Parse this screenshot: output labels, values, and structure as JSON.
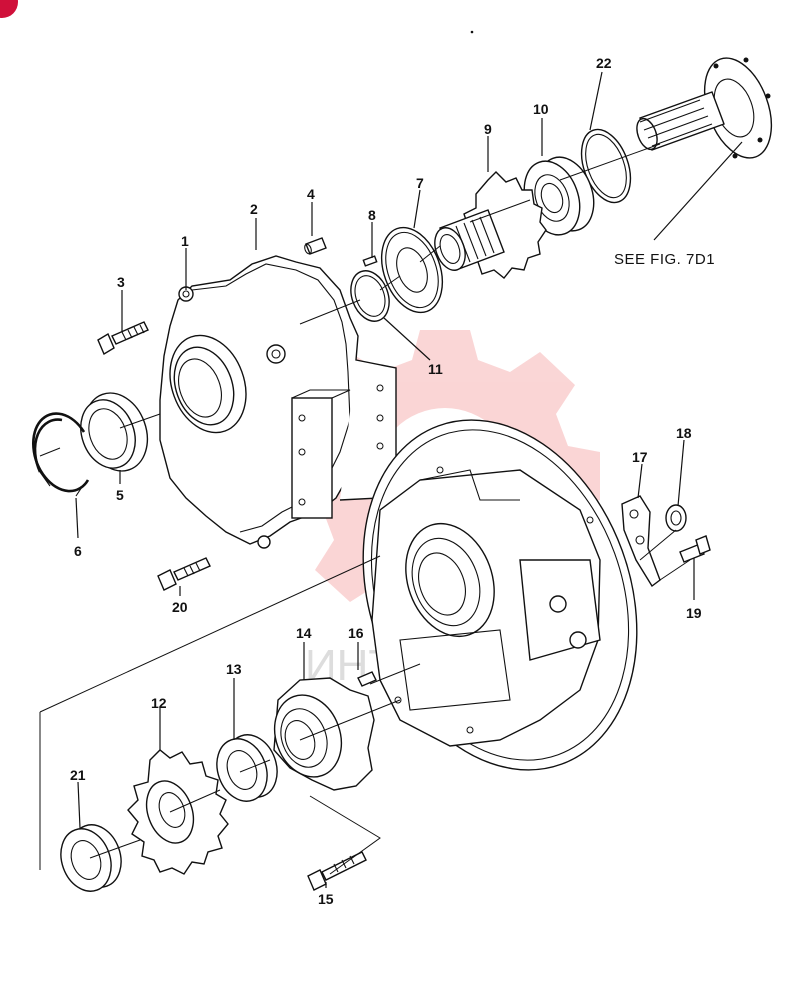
{
  "diagram": {
    "colors": {
      "line": "#111111",
      "background": "#ffffff",
      "watermark": "#f4a3a3",
      "corner_badge": "#d0103a"
    },
    "watermark_text": "ИНТЕХ",
    "reference_note": "SEE FIG. 7D1",
    "callouts": [
      "1",
      "2",
      "3",
      "4",
      "5",
      "6",
      "7",
      "8",
      "9",
      "10",
      "11",
      "12",
      "13",
      "14",
      "15",
      "16",
      "17",
      "18",
      "19",
      "20",
      "21",
      "22"
    ]
  }
}
